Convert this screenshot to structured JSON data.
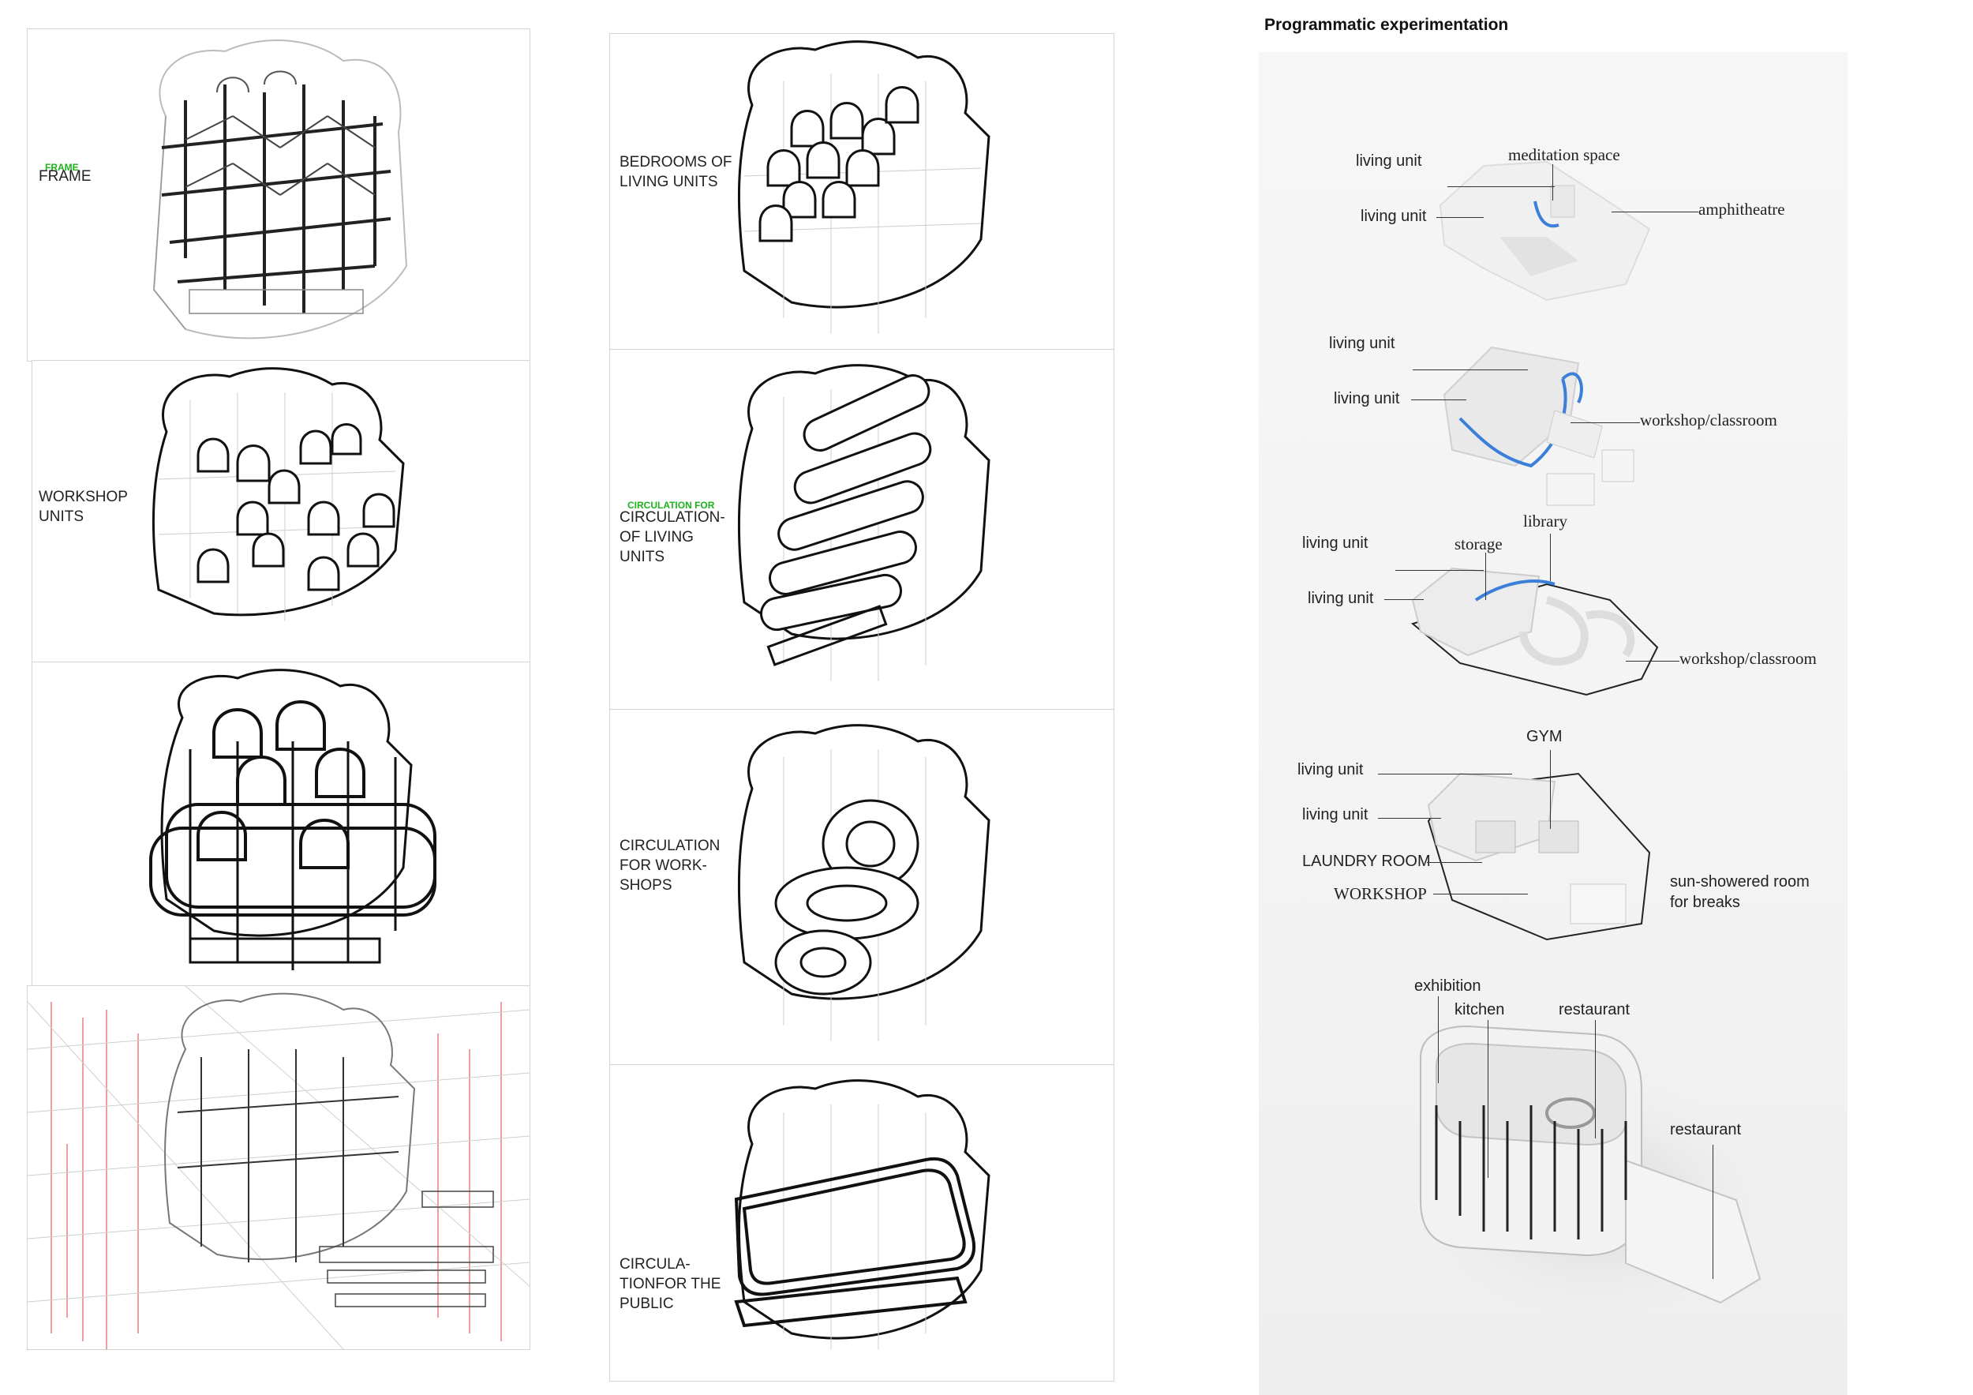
{
  "title": "Programmatic experimentation",
  "diagram_labels": {
    "frame": "FRAME",
    "frame_tag": "FRAME",
    "bedrooms": "BEDROOMS OF\nLIVING UNITS",
    "workshop_units": "WORKSHOP\nUNITS",
    "circulation_living": "CIRCULATION-\nOF LIVING\nUNITS",
    "circulation_living_tag": "CIRCULATION FOR",
    "circulation_workshops": "CIRCULATION\nFOR WORK-\nSHOPS",
    "circulation_public": "CIRCULA-\nTIONFOR THE\nPUBLIC"
  },
  "renders": {
    "r1": {
      "living_unit_a": "living unit",
      "living_unit_b": "living unit",
      "meditation": "meditation space",
      "amphitheatre": "amphitheatre"
    },
    "r2": {
      "living_unit_a": "living unit",
      "living_unit_b": "living unit",
      "workshop": "workshop/classroom"
    },
    "r3": {
      "library": "library",
      "living_unit_a": "living unit",
      "storage": "storage",
      "living_unit_b": "living unit",
      "workshop": "workshop/classroom"
    },
    "r4": {
      "gym": "GYM",
      "living_unit_a": "living unit",
      "living_unit_b": "living unit",
      "laundry": "LAUNDRY ROOM",
      "workshop": "WORKSHOP",
      "sun": "sun-showered room\nfor breaks"
    },
    "r5": {
      "exhibition": "exhibition",
      "kitchen": "kitchen",
      "restaurant_a": "restaurant",
      "restaurant_b": "restaurant"
    }
  },
  "colors": {
    "line": "#1a1a1a",
    "faint": "#b8b8b8",
    "accent_blue": "#3b7fd9",
    "tag_green": "#1db31d",
    "site_red": "#e06060"
  }
}
